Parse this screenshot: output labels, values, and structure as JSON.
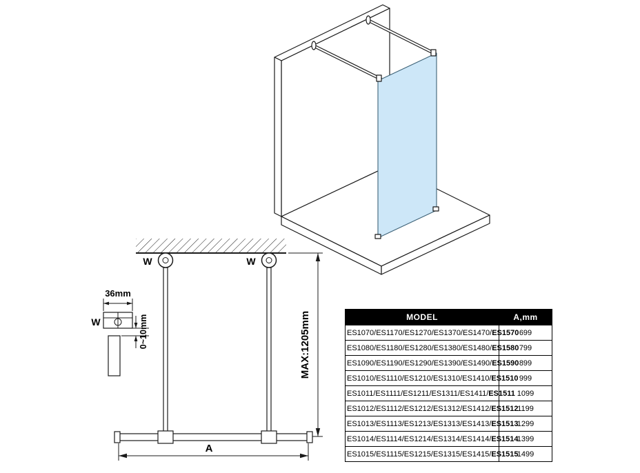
{
  "diagram": {
    "labels": {
      "wall_mount_left": "W",
      "wall_mount_right": "W",
      "bracket_w": "W",
      "bracket_width": "36mm",
      "bracket_gap": "0~10mm",
      "max_bar_length": "MAX:1205mm",
      "glass_width": "A"
    },
    "colors": {
      "glass_fill": "#cde7f8",
      "line": "#1a1a1a"
    }
  },
  "table": {
    "headers": {
      "model": "MODEL",
      "a_mm": "A,mm"
    },
    "rows": [
      {
        "model_prefix": "ES1070/ES1170/ES1270/ES1370/ES1470/",
        "model_bold": "ES1570",
        "a_mm": "699"
      },
      {
        "model_prefix": "ES1080/ES1180/ES1280/ES1380/ES1480/",
        "model_bold": "ES1580",
        "a_mm": "799"
      },
      {
        "model_prefix": "ES1090/ES1190/ES1290/ES1390/ES1490/",
        "model_bold": "ES1590",
        "a_mm": "899"
      },
      {
        "model_prefix": "ES1010/ES1110/ES1210/ES1310/ES1410/",
        "model_bold": "ES1510",
        "a_mm": "999"
      },
      {
        "model_prefix": "ES1011/ES1111/ES1211/ES1311/ES1411/",
        "model_bold": "ES1511",
        "a_mm": "1099"
      },
      {
        "model_prefix": "ES1012/ES1112/ES1212/ES1312/ES1412/",
        "model_bold": "ES1512",
        "a_mm": "1199"
      },
      {
        "model_prefix": "ES1013/ES1113/ES1213/ES1313/ES1413/",
        "model_bold": "ES1513",
        "a_mm": "1299"
      },
      {
        "model_prefix": "ES1014/ES1114/ES1214/ES1314/ES1414/",
        "model_bold": "ES1514",
        "a_mm": "1399"
      },
      {
        "model_prefix": "ES1015/ES1115/ES1215/ES1315/ES1415/",
        "model_bold": "ES1515",
        "a_mm": "1499"
      }
    ]
  }
}
